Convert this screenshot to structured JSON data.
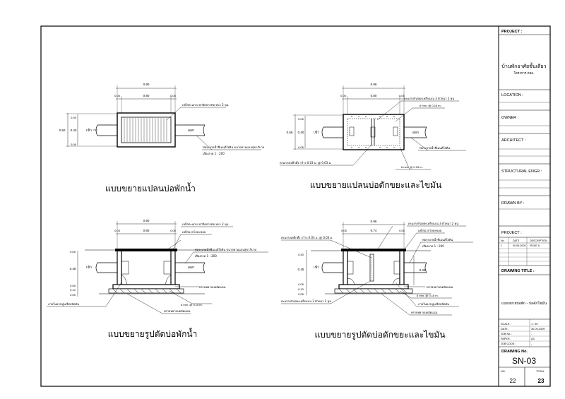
{
  "title_block": {
    "project_label": "PROJECT :",
    "project_name": "บ้านพักอาศัยชั้นเดียว",
    "project_sub": "โครงการ ตสล.",
    "location_label": "LOCATION :",
    "owner_label": "OWNER :",
    "architect_label": "ARCHITECT :",
    "structural_label": "STRUCTURAL ENGR :",
    "drawn_label": "DRAWN BY :",
    "project2_label": "PROJECT :",
    "rev_headers": [
      "No.",
      "DATE",
      "DESCRIPTION"
    ],
    "rev_row": [
      "1",
      "30-09-2009",
      "ISSUE A"
    ],
    "drawing_title_label": "DRAWING TITLE :",
    "drawing_title": "แบบขยายบ่อพัก - บ่อดักไขมัน",
    "meta": [
      {
        "k": "SCALE :",
        "v": "1 : 50"
      },
      {
        "k": "DATE :",
        "v": "30-09-2009"
      },
      {
        "k": "JOB No. :",
        "v": "-"
      },
      {
        "k": "PAPER :",
        "v": "A3"
      },
      {
        "k": "JOB CODE :",
        "v": "-"
      }
    ],
    "drawing_no_label": "DRAWING No.",
    "drawing_no": "SN-03",
    "no_label": "NO.",
    "total_label": "TOTAL",
    "sheet_no": "22",
    "sheet_total": "23"
  },
  "views": {
    "v1_title": "แบบขยายแปลนบ่อพักน้ำ",
    "v2_title": "แบบขยายแปลนบ่อดักขยะและไขมัน",
    "v3_title": "แบบขยายรูปตัดบ่อพักน้ำ",
    "v4_title": "แบบขยายรูปตัดบ่อดักขยะและไขมัน"
  },
  "dims": {
    "d090": "0.90",
    "d005": "0.05",
    "d080": "0.80",
    "d096": "0.96",
    "d074": "0.74",
    "d050": "0.50",
    "d040": "0.40",
    "d056": "0.56",
    "d045": "0.45",
    "d030": "0.30",
    "d010": "0.10",
    "d005v": "0.05"
  },
  "labels": {
    "in": "เข้า",
    "out": "ออก",
    "cover": "เหล็กตะแกรง ฝาปิดปากท่อ หนา 2 หุน",
    "pipe": "ท่อระบายน้ำซีเมนต์ใยหิน ขนาดตามแบบสุขาภิบาล",
    "slope": "เสียงลาด  1 : 200",
    "grate3": "ตะแกรงกันขยะเหล็กแบน 3 ตัวหนา 2 หุน",
    "rebar6": "6 mm. @ 0.15 m.",
    "pipe2": "ท่อระบายน้ำซีเมนต์ใยหิน",
    "baffle": "ตะแกรงเหล็กตั้ง กว้าง 0.03 ม. @ 0.03 ม.",
    "plaster": "เหล็กฉากโลหะขอบ",
    "pipe3": "ท่อระบายน้ำซีเมนต์ใยหิน",
    "sandpad": "ทรายหยาบบดอัดแน่น",
    "concrete": "คอนกรีตหยาบบดอัดแน่น",
    "finish": "ภายในฉาบปูนเรียบขัดมัน",
    "gravel": "ทรายหยาบบดอัดแน่น"
  }
}
